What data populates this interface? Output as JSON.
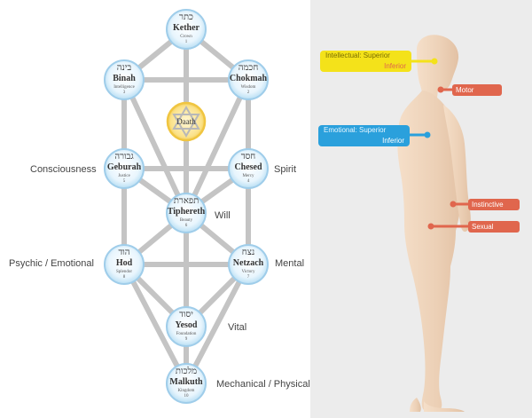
{
  "sephiroth": [
    {
      "key": "kether",
      "name": "Kether",
      "hebrew": "כתר",
      "subtitle": "Crown",
      "number": "1"
    },
    {
      "key": "binah",
      "name": "Binah",
      "hebrew": "בינה",
      "subtitle": "Intelligence",
      "number": "3"
    },
    {
      "key": "chokmah",
      "name": "Chokmah",
      "hebrew": "חכמה",
      "subtitle": "Wisdom",
      "number": "2"
    },
    {
      "key": "geburah",
      "name": "Geburah",
      "hebrew": "גבורה",
      "subtitle": "Justice",
      "number": "5"
    },
    {
      "key": "chesed",
      "name": "Chesed",
      "hebrew": "חסד",
      "subtitle": "Mercy",
      "number": "4"
    },
    {
      "key": "tiphereth",
      "name": "Tiphereth",
      "hebrew": "תפארת",
      "subtitle": "Beauty",
      "number": "6"
    },
    {
      "key": "hod",
      "name": "Hod",
      "hebrew": "הוד",
      "subtitle": "Splendor",
      "number": "8"
    },
    {
      "key": "netzach",
      "name": "Netzach",
      "hebrew": "נצח",
      "subtitle": "Victory",
      "number": "7"
    },
    {
      "key": "yesod",
      "name": "Yesod",
      "hebrew": "יסוד",
      "subtitle": "Foundation",
      "number": "9"
    },
    {
      "key": "malkuth",
      "name": "Malkuth",
      "hebrew": "מלכות",
      "subtitle": "Kingdom",
      "number": "10"
    }
  ],
  "daath": {
    "name": "Daath"
  },
  "side_labels": {
    "consciousness": "Consciousness",
    "spirit": "Spirit",
    "will": "Will",
    "psychic_emotional": "Psychic / Emotional",
    "mental": "Mental",
    "vital": "Vital",
    "mechanical_physical": "Mechanical / Physical"
  },
  "centers": {
    "intellectual_superior": "Intellectual: Superior",
    "intellectual_inferior": "Inferior",
    "motor": "Motor",
    "emotional_superior": "Emotional: Superior",
    "emotional_inferior": "Inferior",
    "instinctive": "Instinctive",
    "sexual": "Sexual"
  },
  "colors": {
    "path": "#c4c4c4",
    "sphere_fill": "#d6ecfa",
    "sphere_edge": "#9fcdea",
    "daath_ring": "#f0c540",
    "intellectual": "#f4e21a",
    "emotional": "#2aa0dc",
    "other_centers": "#e0664d",
    "body": "#f0d6c0"
  }
}
